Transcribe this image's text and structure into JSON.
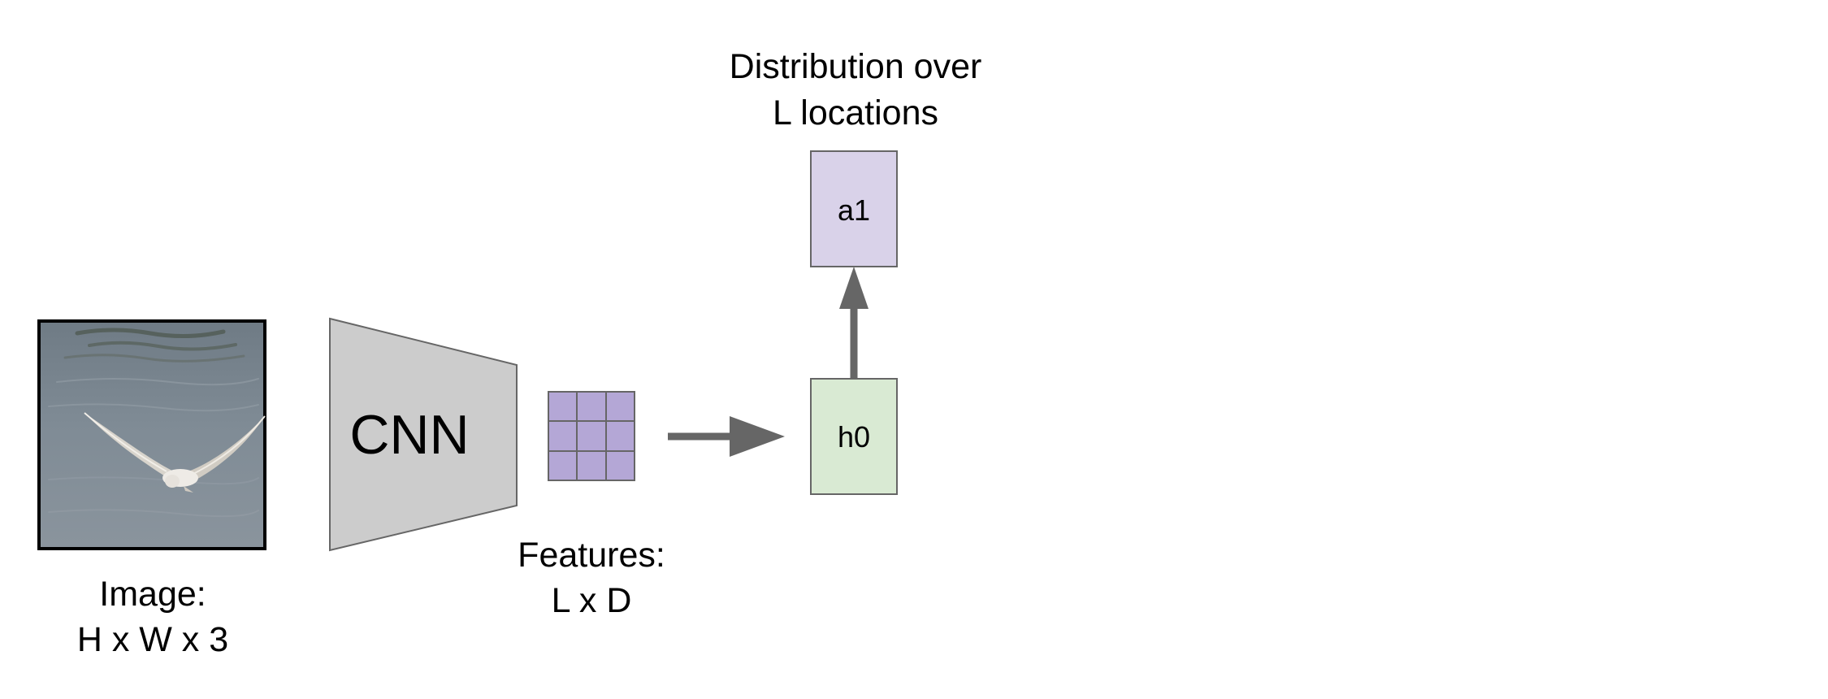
{
  "image_input": {
    "label_line1": "Image:",
    "label_line2": "H x W x 3"
  },
  "cnn": {
    "label": "CNN"
  },
  "features": {
    "label_line1": "Features:",
    "label_line2": "L x D"
  },
  "hidden_state": {
    "label": "h0"
  },
  "attention_output": {
    "label": "a1",
    "caption_line1": "Distribution over",
    "caption_line2": "L locations"
  },
  "colors": {
    "cnn_fill": "#cccccc",
    "feature_fill": "#b4a7d6",
    "hidden_fill": "#d9ead3",
    "attention_fill": "#d9d2e9",
    "arrow": "#666666",
    "border": "#666666"
  }
}
